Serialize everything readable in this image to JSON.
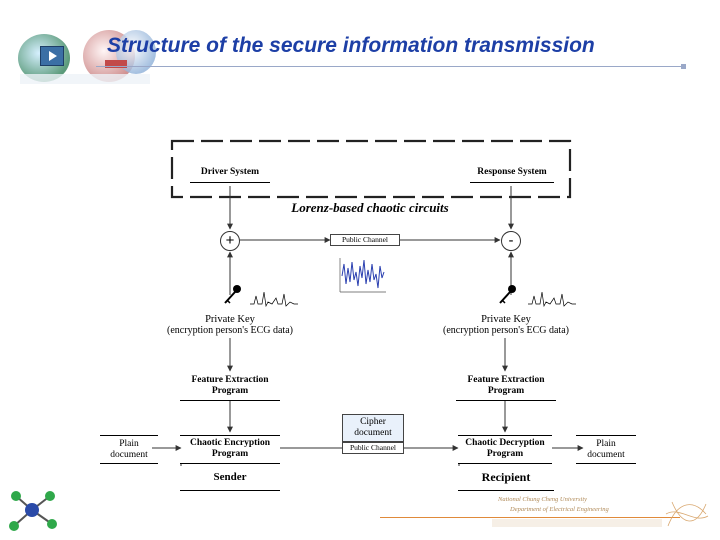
{
  "slide": {
    "title": "Structure of the secure information transmission"
  },
  "diagram": {
    "top_group_label": "Lorenz-based chaotic circuits",
    "driver_label": "Driver System",
    "response_label": "Response System",
    "plus_symbol": "+",
    "minus_symbol": "-",
    "public_channel_label": "Public Channel",
    "left_key": {
      "line1": "Private Key",
      "line2": "(encryption person's ECG data)"
    },
    "right_key": {
      "line1": "Private Key",
      "line2": "(encryption person's ECG data)"
    },
    "left_feature": {
      "line1": "Feature Extraction",
      "line2": "Program"
    },
    "right_feature": {
      "line1": "Feature Extraction",
      "line2": "Program"
    },
    "left_plain": {
      "line1": "Plain",
      "line2": "document"
    },
    "right_plain": {
      "line1": "Plain",
      "line2": "document"
    },
    "encryption": {
      "line1": "Chaotic Encryption",
      "line2": "Program"
    },
    "decryption": {
      "line1": "Chaotic Decryption",
      "line2": "Program"
    },
    "cipher": {
      "line1": "Cipher",
      "line2": "document"
    },
    "bottom_public_channel": "Public Channel",
    "sender_label": "Sender",
    "recipient_label": "Recipient"
  },
  "footer": {
    "line1": "National Chung Cheng University",
    "line2": "Department of Electrical Engineering"
  },
  "colors": {
    "title": "#1d3fa6",
    "cipher_fill": "#e9f1fb",
    "footer_accent": "#e08a3a",
    "molecule_center": "#2a4aa8",
    "molecule_atoms": "#2fa84a"
  },
  "icons": [
    "globe-banner-icon",
    "play-icon",
    "key-icon",
    "molecule-icon",
    "waveform-icon"
  ]
}
